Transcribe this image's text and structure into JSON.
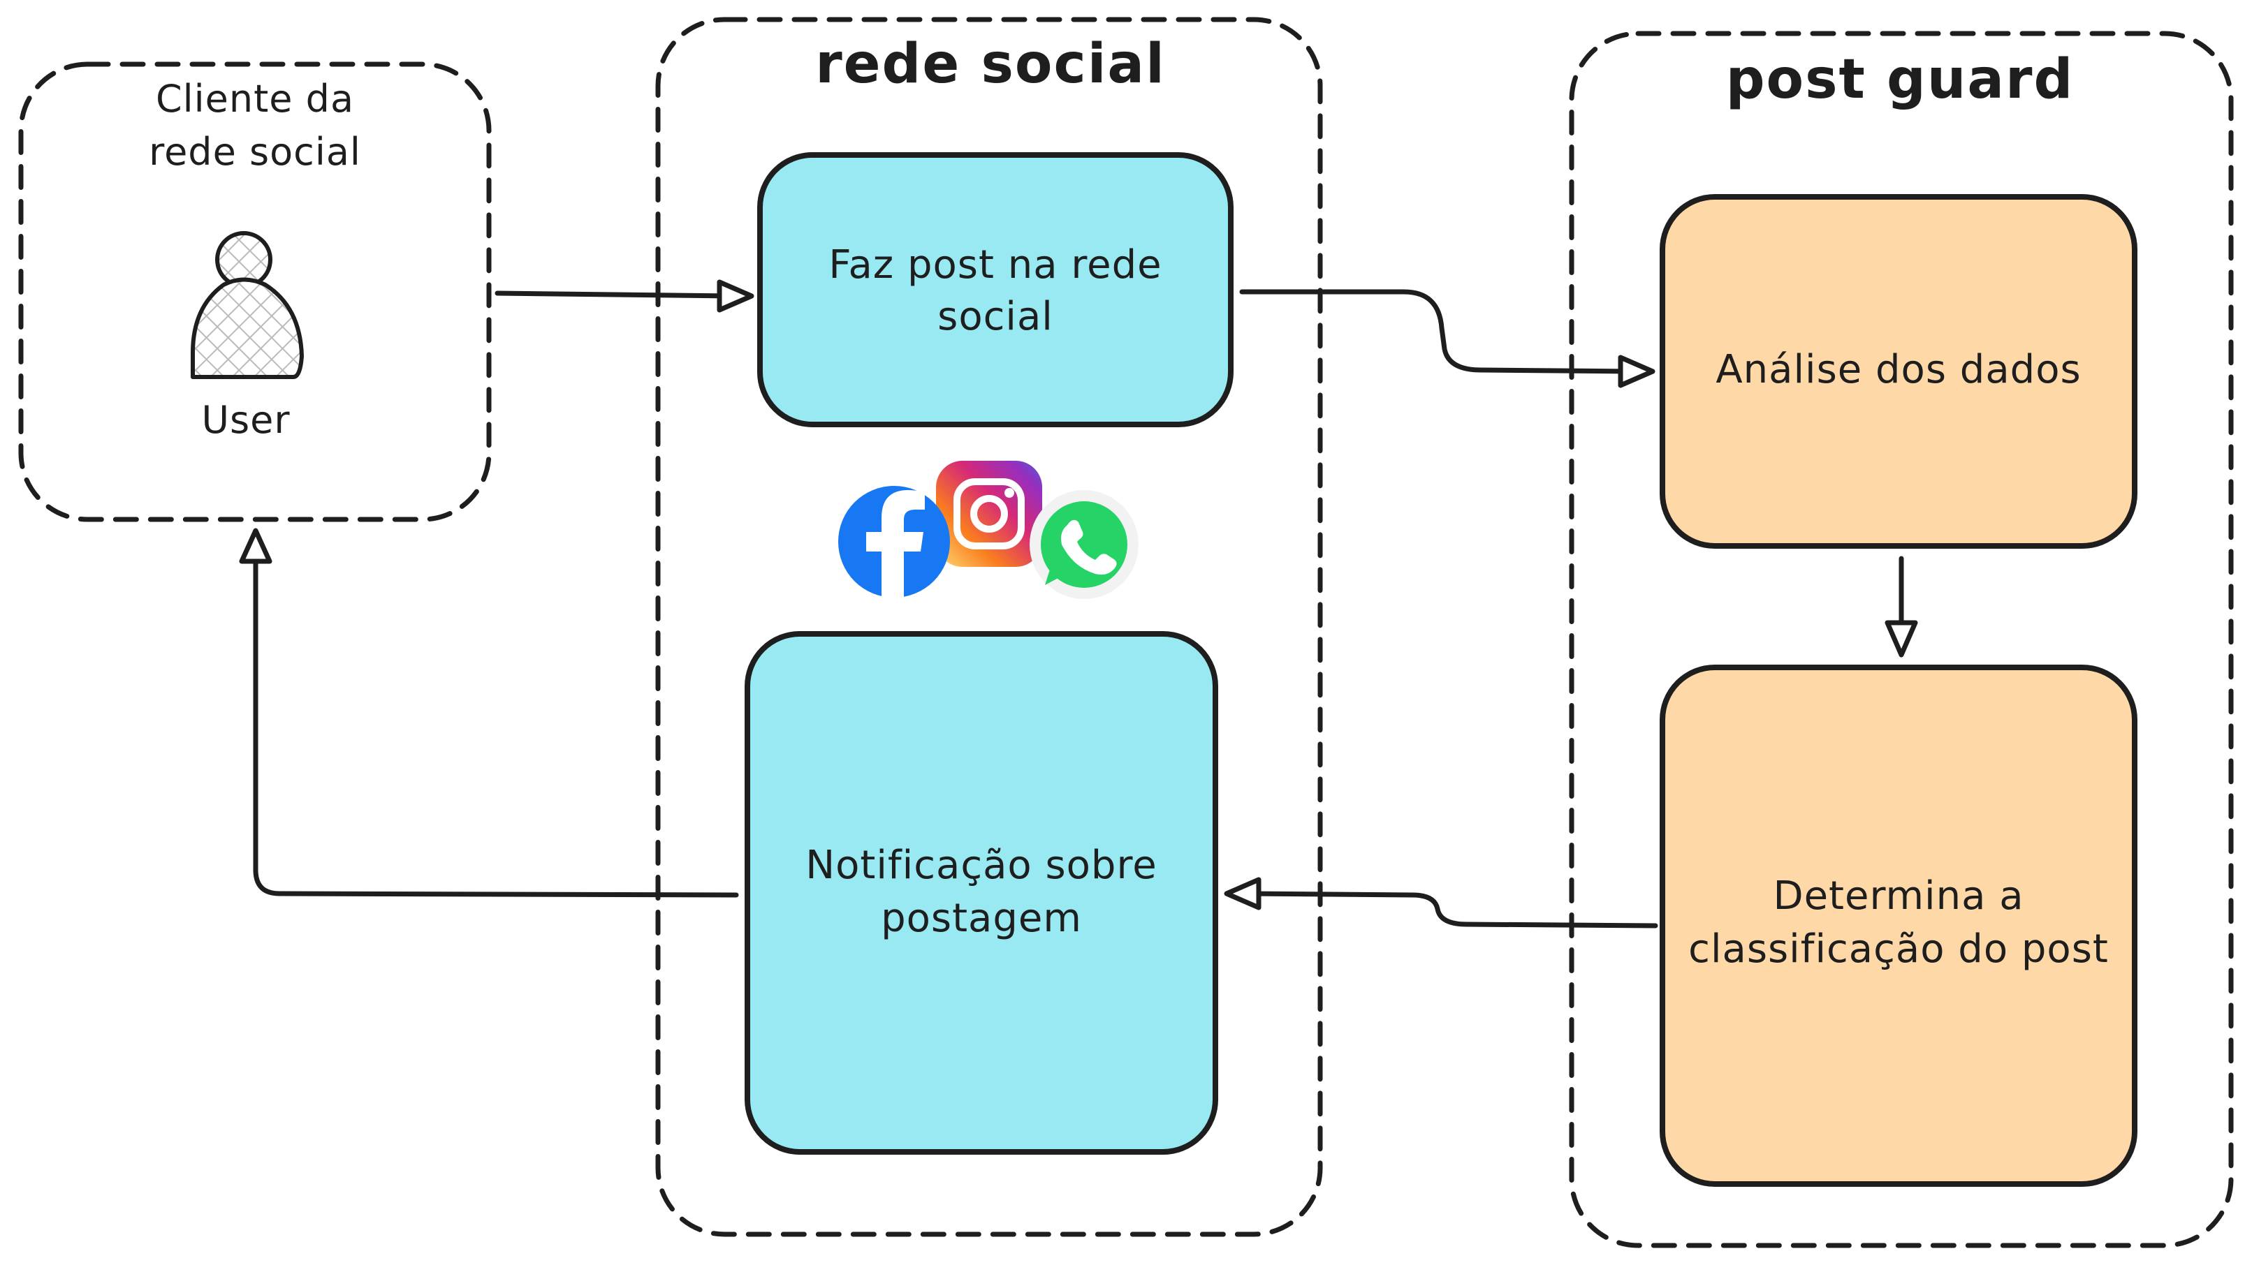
{
  "colors": {
    "stroke": "#1e1e1e",
    "social_box_fill": "#99e9f2",
    "guard_box_fill": "#ffd8a8",
    "facebook": "#1877f2",
    "whatsapp": "#25d366"
  },
  "groups": {
    "client": {
      "title_line1": "Cliente da",
      "title_line2": "rede social"
    },
    "social": {
      "title": "rede social"
    },
    "guard": {
      "title": "post guard"
    }
  },
  "user": {
    "label": "User"
  },
  "nodes": {
    "post": {
      "line1": "Faz post na rede",
      "line2": "social"
    },
    "notify": {
      "line1": "Notificação sobre",
      "line2": "postagem"
    },
    "analyze": {
      "line1": "Análise dos dados"
    },
    "classify": {
      "line1": "Determina a",
      "line2": "classificação do post"
    }
  },
  "icons": [
    "facebook-icon",
    "instagram-icon",
    "whatsapp-icon"
  ]
}
